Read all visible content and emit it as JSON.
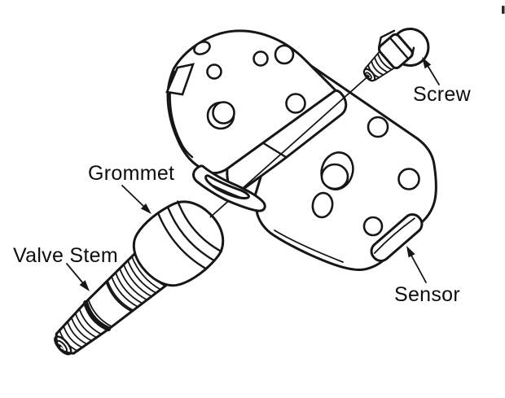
{
  "diagram": {
    "type": "exploded-parts-line-drawing",
    "subject": "tire-pressure-sensor-assembly",
    "colors": {
      "background": "#ffffff",
      "line": "#161616",
      "text": "#0d0d0d"
    },
    "labels": {
      "screw": "Screw",
      "grommet": "Grommet",
      "valve_stem": "Valve Stem",
      "sensor": "Sensor"
    }
  }
}
